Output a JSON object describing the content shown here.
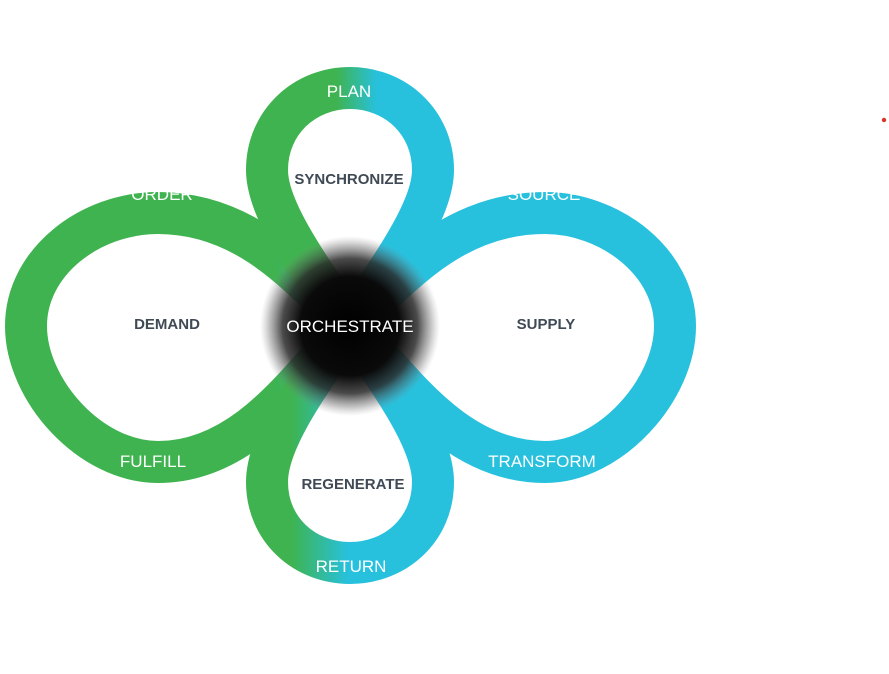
{
  "diagram": {
    "center": "ORCHESTRATE",
    "left_loop": {
      "inner": "DEMAND",
      "top": "ORDER",
      "bottom": "FULFILL"
    },
    "right_loop": {
      "inner": "SUPPLY",
      "top": "SOURCE",
      "bottom": "TRANSFORM"
    },
    "top_loop": {
      "inner": "SYNCHRONIZE",
      "ring": "PLAN"
    },
    "bottom_loop": {
      "inner": "REGENERATE",
      "ring": "RETURN"
    }
  },
  "colors": {
    "green": "#3fb34f",
    "blue": "#27c1de",
    "inner_text": "#3f4a55",
    "center": "#000000",
    "dot": "#d9342b"
  }
}
